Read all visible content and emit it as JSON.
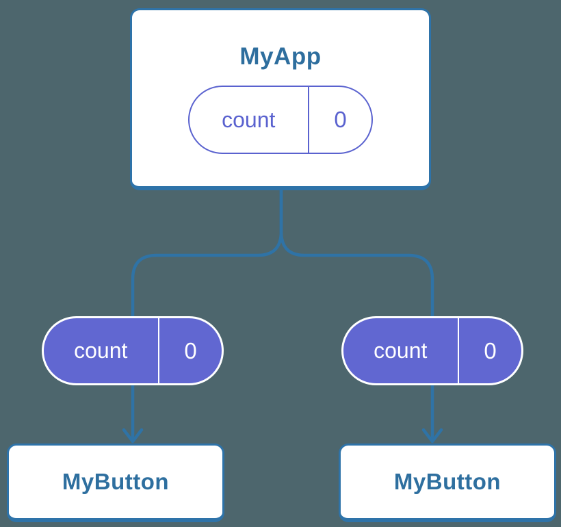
{
  "diagram": {
    "type": "component-tree",
    "background_color": "#4D666D",
    "connector_color": "#2F73A6",
    "box_border_color": "#2E73A9",
    "box_fill_color": "#FFFFFF",
    "title_text_color": "#2E6E9E",
    "state_purple_color": "#6167D1",
    "state_outline_color": "#5A62CF",
    "parent": {
      "title": "MyApp",
      "state": {
        "key": "count",
        "value": "0",
        "style": "outlined"
      }
    },
    "children": [
      {
        "title": "MyButton",
        "state": {
          "key": "count",
          "value": "0",
          "style": "filled"
        }
      },
      {
        "title": "MyButton",
        "state": {
          "key": "count",
          "value": "0",
          "style": "filled"
        }
      }
    ]
  }
}
